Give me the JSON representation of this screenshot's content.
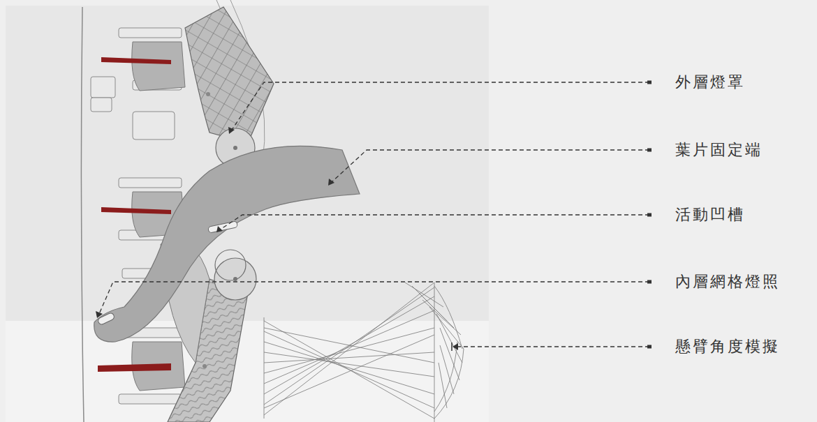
{
  "diagram": {
    "labels": [
      "外層燈罩",
      "葉片固定端",
      "活動凹槽",
      "內層網格燈照",
      "懸臂角度模擬"
    ]
  }
}
